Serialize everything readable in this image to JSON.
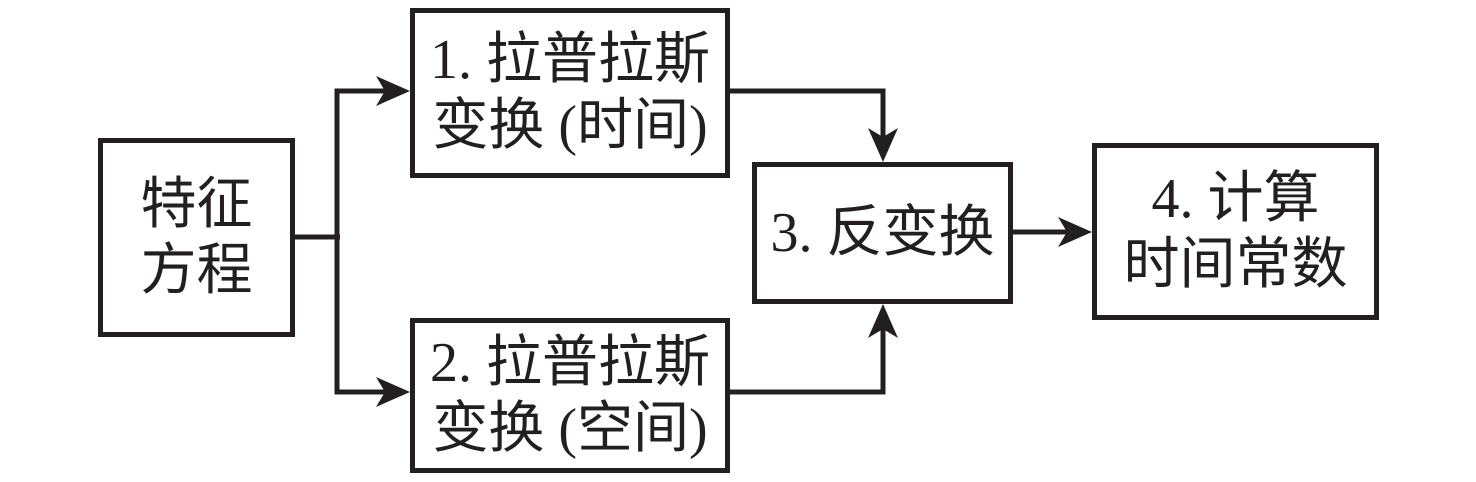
{
  "figure": {
    "background_color": "#ffffff",
    "line_color": "#231f20",
    "nodes": {
      "characteristic_equation": {
        "line1": "特征",
        "line2": "方程"
      },
      "laplace_time": {
        "line1": "1. 拉普拉斯",
        "line2": "变换 (时间)"
      },
      "laplace_space": {
        "line1": "2. 拉普拉斯",
        "line2": "变换 (空间)"
      },
      "inverse_transform": {
        "line1": "3. 反变换"
      },
      "compute_time_constant": {
        "line1": "4. 计算",
        "line2": "时间常数"
      }
    },
    "edges": [
      {
        "from": "characteristic_equation",
        "to": "laplace_time"
      },
      {
        "from": "characteristic_equation",
        "to": "laplace_space"
      },
      {
        "from": "laplace_time",
        "to": "inverse_transform"
      },
      {
        "from": "laplace_space",
        "to": "inverse_transform"
      },
      {
        "from": "inverse_transform",
        "to": "compute_time_constant"
      }
    ]
  }
}
